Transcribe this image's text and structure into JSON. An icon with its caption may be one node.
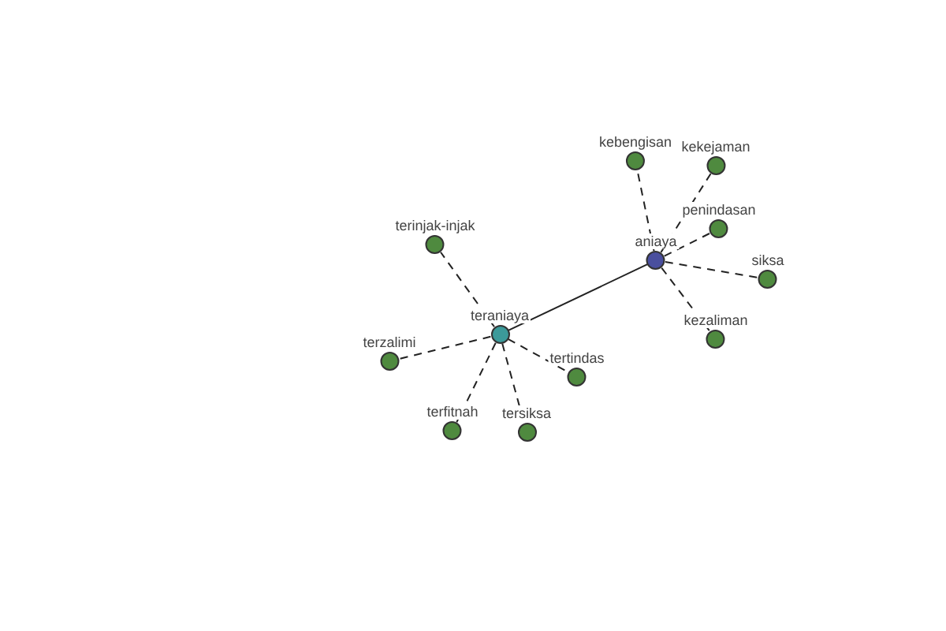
{
  "diagram": {
    "nodes": [
      {
        "text": [
          "kebengisan"
        ]
      },
      {
        "text": [
          "kekejaman"
        ]
      },
      {
        "text": [
          "penindasan"
        ]
      },
      {
        "text": [
          "terinjak-injak"
        ]
      },
      {
        "text": [
          "aniaya"
        ]
      },
      {
        "text": [
          "siksa"
        ]
      },
      {
        "text": [
          "teraniaya"
        ]
      },
      {
        "text": [
          "kezaliman"
        ]
      },
      {
        "text": [
          "terzalimi"
        ]
      },
      {
        "text": [
          "tertindas"
        ]
      },
      {
        "text": [
          "terfitnah"
        ]
      },
      {
        "text": [
          "tersiksa"
        ]
      }
    ],
    "edges": [
      {
        "from": 6,
        "to": 4,
        "arrow": "none"
      },
      {
        "from": 4,
        "to": 0,
        "arrow": "none",
        "style": "dashed"
      },
      {
        "from": 4,
        "to": 1,
        "arrow": "none",
        "style": "dashed"
      },
      {
        "from": 4,
        "to": 2,
        "arrow": "none",
        "style": "dashed"
      },
      {
        "from": 4,
        "to": 5,
        "arrow": "none",
        "style": "dashed"
      },
      {
        "from": 4,
        "to": 7,
        "arrow": "none",
        "style": "dashed"
      },
      {
        "from": 6,
        "to": 3,
        "arrow": "none",
        "style": "dashed"
      },
      {
        "from": 6,
        "to": 8,
        "arrow": "none",
        "style": "dashed"
      },
      {
        "from": 6,
        "to": 10,
        "arrow": "none",
        "style": "dashed"
      },
      {
        "from": 6,
        "to": 11,
        "arrow": "none",
        "style": "dashed"
      },
      {
        "from": 6,
        "to": 9,
        "arrow": "none",
        "style": "dashed"
      }
    ]
  }
}
